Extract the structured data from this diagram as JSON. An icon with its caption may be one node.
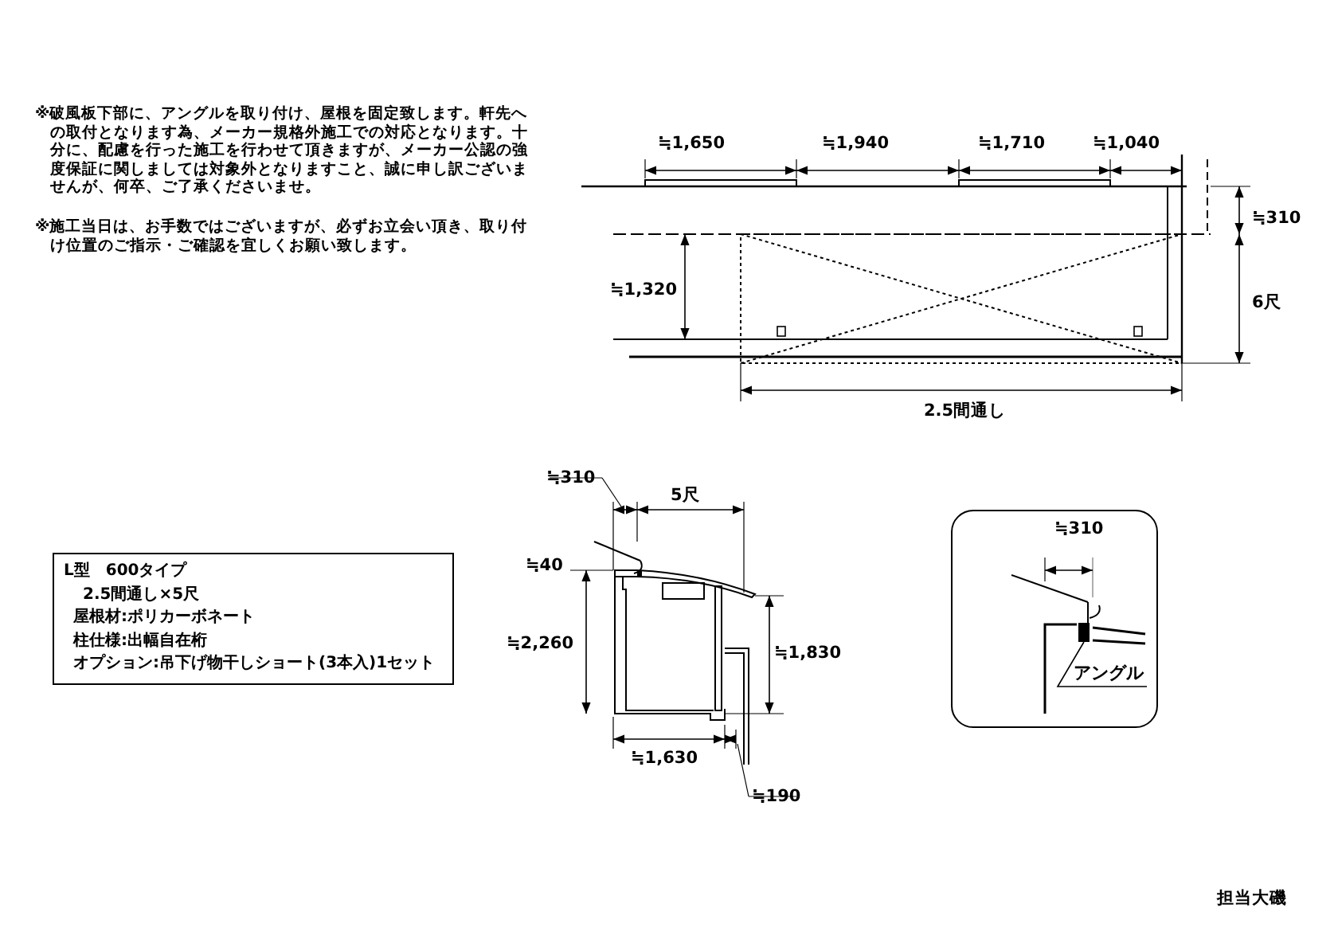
{
  "diagram": {
    "nodes": [
      {
        "text": [
          "L型　600タイプ",
          "2.5間通し×5尺",
          "屋根材:ポリカーボネート",
          "柱仕様:出幅自在桁",
          "オプション:吊下げ物干しショート(3本入)1セット"
        ]
      },
      {
        "text": [],
        "shape": "box"
      },
      {
        "text": [],
        "shape": "bar",
        "in": 1
      },
      {
        "text": [
          "アングル"
        ],
        "in": 1
      }
    ],
    "edges": [
      {
        "from": 3,
        "to": 2,
        "arrow": "none"
      }
    ],
    "labels": [
      "※破風板下部に、アングルを取り付け、屋根を固定致します。軒先への取付となります為、メーカー規格外施工での対応となります。十分に、配慮を行った施工を行わせて頂きますが、メーカー公認の強度保証に関しましては対象外となりますこと、誠に申し訳ございませんが、何卒、ご了承くださいませ。",
      "※施工当日は、お手数ではございますが、必ずお立会い頂き、取り付け位置のご指示・ご確認を宜しくお願い致します。",
      "≒1,650",
      "≒1,940",
      "≒1,710",
      "≒1,040",
      "≒310",
      "≒1,320",
      "6尺",
      "2.5間通し",
      "≒310",
      "5尺",
      "≒40",
      "≒2,260",
      "≒1,830",
      "≒1,630",
      "≒190",
      "≒310",
      "担当大磯"
    ]
  }
}
